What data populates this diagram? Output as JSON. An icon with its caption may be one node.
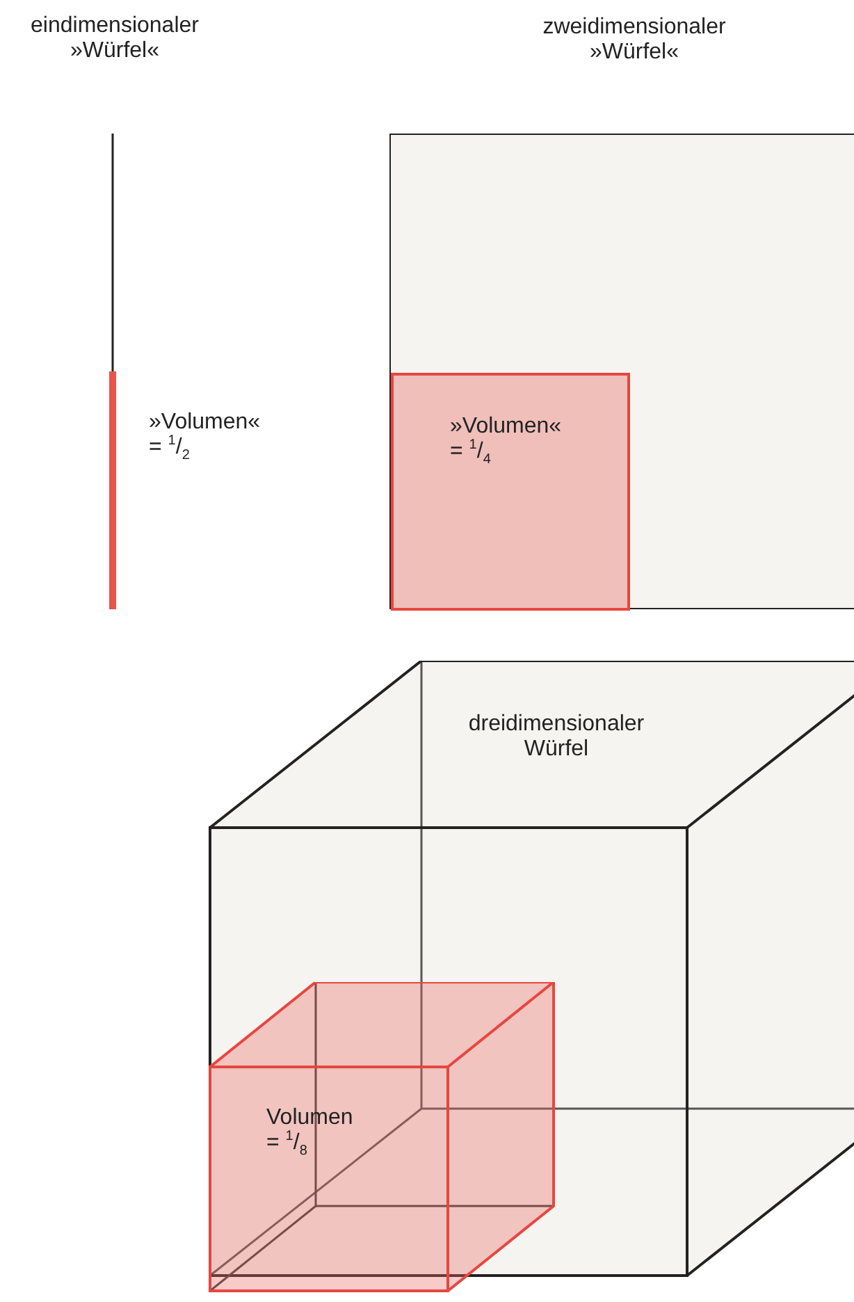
{
  "diagram": {
    "nodes": [
      {
        "text": [
          "zweidimensionaler »Würfel«"
        ]
      },
      {
        "text": [
          "»Volumen« = $^{1}$/$_{4}$"
        ],
        "in": 0
      },
      {
        "text": [
          "dreidimensionaler Würfel"
        ]
      },
      {
        "text": [
          "Volumen = $^{1}$/$_{8}$"
        ],
        "in": 2
      }
    ],
    "labels": [
      "eindimensionaler »Würfel«",
      "»Volumen« = $^{1}$/$_{2}$"
    ]
  }
}
